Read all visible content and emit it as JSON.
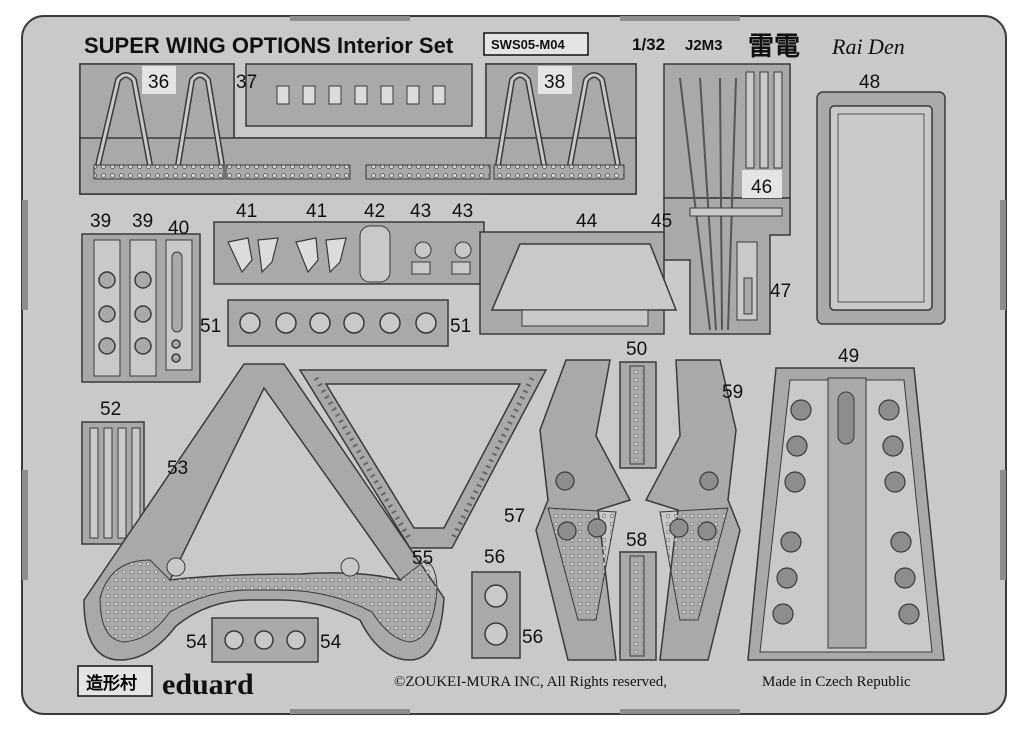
{
  "header": {
    "title": "SUPER WING OPTIONS Interior Set",
    "code": "SWS05-M04",
    "scale": "1/32",
    "model": "J2M3",
    "kanji": "雷電",
    "script_name": "Rai Den"
  },
  "footer": {
    "maker_logo_text": "造形村",
    "brand": "eduard",
    "copyright": "©ZOUKEI-MURA INC, All Rights reserved,",
    "origin": "Made in Czech Republic"
  },
  "part_numbers": {
    "p36": "36",
    "p37": "37",
    "p38": "38",
    "p39a": "39",
    "p39b": "39",
    "p40": "40",
    "p41a": "41",
    "p41b": "41",
    "p42": "42",
    "p43a": "43",
    "p43b": "43",
    "p44": "44",
    "p45": "45",
    "p46": "46",
    "p47": "47",
    "p48": "48",
    "p49": "49",
    "p50": "50",
    "p51a": "51",
    "p51b": "51",
    "p52": "52",
    "p53": "53",
    "p54a": "54",
    "p54b": "54",
    "p55": "55",
    "p56a": "56",
    "p56b": "56",
    "p57": "57",
    "p58": "58",
    "p59": "59"
  },
  "colors": {
    "background": "#ffffff",
    "fret": "#c9c9c9",
    "part": "#a9a9a9",
    "part_dark": "#8d8d8d",
    "outline": "#3a3a3a",
    "text": "#111111"
  }
}
